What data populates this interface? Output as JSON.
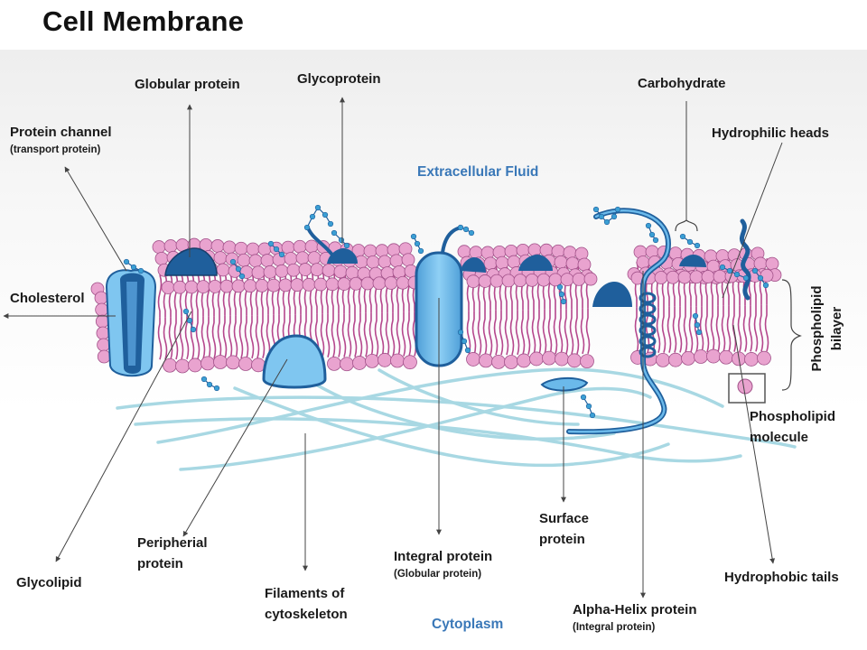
{
  "title": "Cell Membrane",
  "regions": {
    "top": "Extracellular Fluid",
    "bottom": "Cytoplasm"
  },
  "labels": {
    "globular_protein": "Globular protein",
    "glycoprotein": "Glycoprotein",
    "carbohydrate": "Carbohydrate",
    "protein_channel": "Protein channel",
    "protein_channel_sub": "(transport protein)",
    "hydrophilic_heads": "Hydrophilic heads",
    "cholesterol": "Cholesterol",
    "phospholipid_bilayer_1": "Phospholipid",
    "phospholipid_bilayer_2": "bilayer",
    "phospholipid_molecule_1": "Phospholipid",
    "phospholipid_molecule_2": "molecule",
    "surface_protein_1": "Surface",
    "surface_protein_2": "protein",
    "peripheral_protein_1": "Peripherial",
    "peripheral_protein_2": "protein",
    "integral_protein": "Integral protein",
    "integral_protein_sub": "(Globular protein)",
    "glycolipid": "Glycolipid",
    "filaments_1": "Filaments of",
    "filaments_2": "cytoskeleton",
    "hydrophobic_tails": "Hydrophobic tails",
    "alpha_helix": "Alpha-Helix protein",
    "alpha_helix_sub": "(Integral protein)"
  },
  "colors": {
    "head": "#e9a3cf",
    "head_stroke": "#a2528a",
    "tail": "#b5478d",
    "protein_dark": "#1f5f9c",
    "protein_light": "#6bb9ea",
    "filament": "#a8d8e3",
    "carb": "#3b9fd4"
  }
}
